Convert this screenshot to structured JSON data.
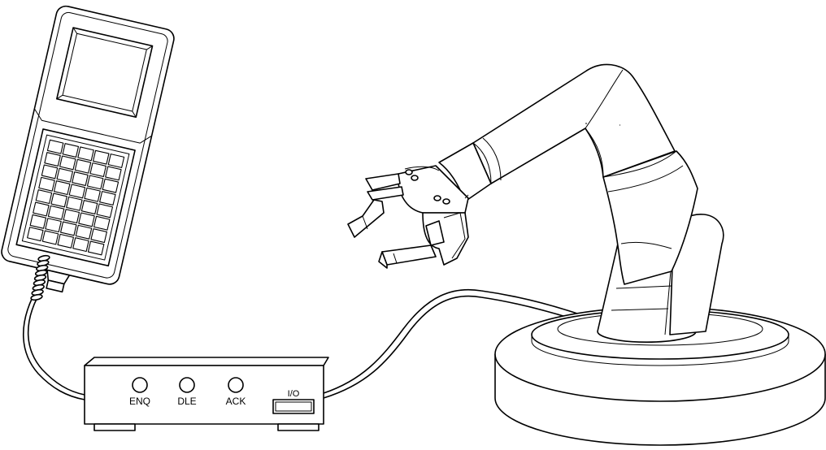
{
  "controller_box": {
    "leds": [
      {
        "label": "ENQ"
      },
      {
        "label": "DLE"
      },
      {
        "label": "ACK"
      }
    ],
    "port_label": "I/O"
  },
  "teach_pendant": {
    "keypad_rows": 8,
    "keypad_cols": 5
  },
  "colors": {
    "line": "#000000",
    "background": "#ffffff"
  }
}
